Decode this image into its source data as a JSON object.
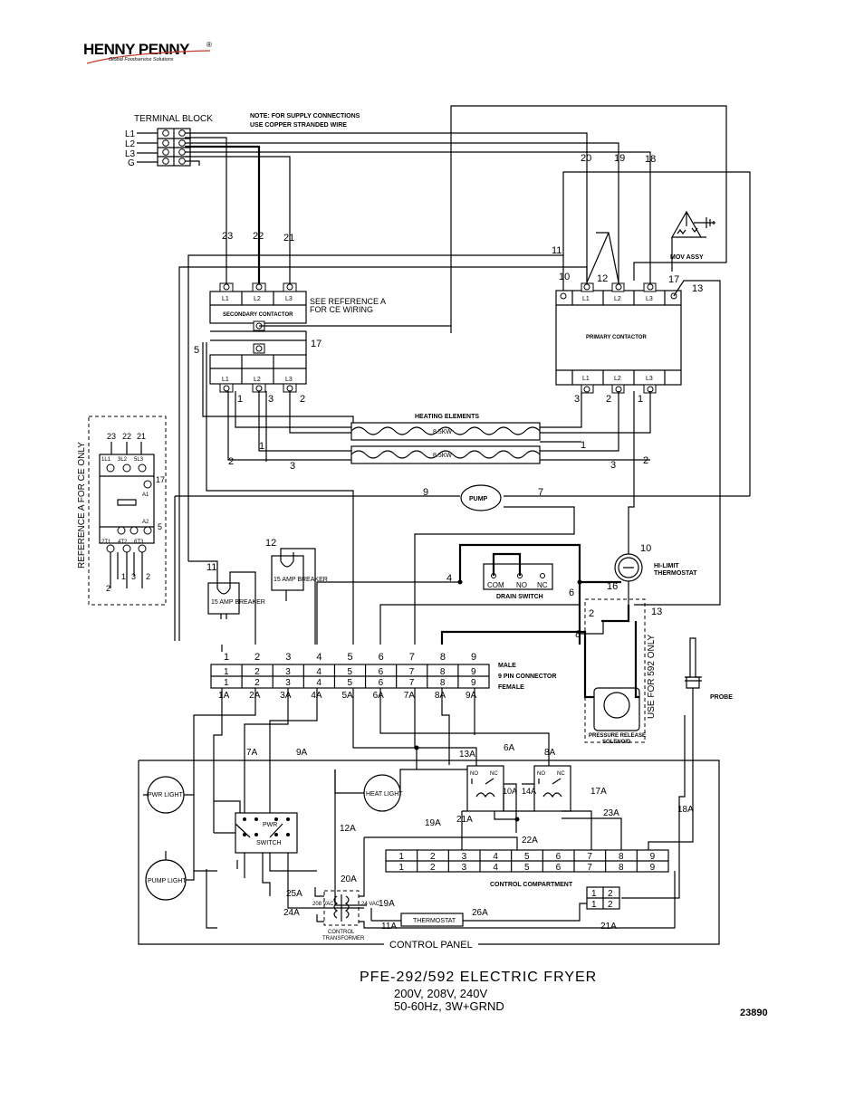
{
  "logo": {
    "brand": "HENNY PENNY",
    "registered": "®",
    "tagline": "Global Foodservice Solutions"
  },
  "terminal_block": {
    "title": "TERMINAL BLOCK",
    "lines": [
      "L1",
      "L2",
      "L3",
      "G"
    ]
  },
  "notes": {
    "supply_1": "NOTE: FOR SUPPLY CONNECTIONS",
    "supply_2": "USE COPPER STRANDED WIRE"
  },
  "secondary_contactor": {
    "label": "SECONDARY CONTACTOR",
    "top_terminals": [
      "L1",
      "L2",
      "L3"
    ],
    "bottom_terminals": [
      "L1",
      "L2",
      "L3"
    ],
    "wire_in": [
      "23",
      "22",
      "21"
    ],
    "wire_out": [
      "1",
      "3",
      "2"
    ],
    "see_ref_1": "SEE REFERENCE A",
    "see_ref_2": "FOR CE WIRING",
    "coil_wire": "17",
    "side_wire": "5"
  },
  "primary_contactor": {
    "label": "PRIMARY CONTACTOR",
    "top_terminals": [
      "L1",
      "L2",
      "L3"
    ],
    "bottom_terminals": [
      "L1",
      "L2",
      "L3"
    ],
    "wire_in": [
      "20",
      "19",
      "18"
    ],
    "wire_out": [
      "3",
      "2",
      "1"
    ],
    "wire_11": "11",
    "wire_10": "10",
    "wire_12": "12",
    "wire_17": "17",
    "wire_13": "13"
  },
  "mov": {
    "label": "MOV ASSY"
  },
  "heating": {
    "label": "HEATING ELEMENTS",
    "element_1": "8.5KW",
    "element_2": "8.5KW",
    "w1": "1",
    "w2": "2",
    "w3": "3",
    "w1r": "1",
    "w2r": "2",
    "w3r": "3"
  },
  "reference_a": {
    "label": "REFERENCE A FOR CE ONLY",
    "top_nums": [
      "23",
      "22",
      "21"
    ],
    "top_terms": [
      "1L1",
      "3L2",
      "5L3"
    ],
    "bottom_terms": [
      "2T1",
      "4T2",
      "6T3"
    ],
    "bottom_nums": [
      "2",
      "1",
      "3",
      "2"
    ],
    "a1": "A1",
    "a2": "A2",
    "w17": "17",
    "w5": "5"
  },
  "pump": {
    "label": "PUMP",
    "wire_left": "9",
    "wire_right": "7"
  },
  "hi_limit": {
    "label_1": "HI-LIMIT",
    "label_2": "THERMOSTAT",
    "wire": "10",
    "wire_16": "16",
    "wire_13": "13"
  },
  "drain_switch": {
    "label": "DRAIN SWITCH",
    "terms": [
      "COM",
      "NO",
      "NC"
    ],
    "wire_4": "4",
    "wire_6": "6"
  },
  "breakers": {
    "b11_label": "15 AMP BREAKER",
    "b11_wire": "11",
    "b12_label": "15 AMP BREAKER",
    "b12_wire": "12"
  },
  "connector": {
    "pins": [
      "1",
      "2",
      "3",
      "4",
      "5",
      "6",
      "7",
      "8",
      "9"
    ],
    "male": "MALE",
    "name": "9 PIN CONNECTOR",
    "female": "FEMALE",
    "out_labels": [
      "1A",
      "2A",
      "3A",
      "4A",
      "5A",
      "6A",
      "7A",
      "8A",
      "9A"
    ]
  },
  "solenoid": {
    "label_1": "PRESSURE RELEASE",
    "label_2": "SOLENOID",
    "note": "USE FOR 592 ONLY",
    "wire_2": "2",
    "wire_8": "8"
  },
  "probe": {
    "label": "PROBE"
  },
  "control_panel": {
    "label": "CONTROL PANEL",
    "pwr_light": "PWR LIGHT",
    "pump_light": "PUMP LIGHT",
    "heat_light": "HEAT LIGHT",
    "switch_top": "PWR",
    "switch_bottom": "SWITCH",
    "compartment": "CONTROL COMPARTMENT",
    "comp_pins": [
      "1",
      "2",
      "3",
      "4",
      "5",
      "6",
      "7",
      "8",
      "9"
    ],
    "small_pins": [
      "1",
      "2",
      "1",
      "2"
    ],
    "thermostat": "THERMOSTAT",
    "transformer_1": "CONTROL",
    "transformer_2": "TRANSFORMER",
    "vac_208": "208 VAC",
    "vac_24": "24 VAC",
    "relay_terms": [
      "NO",
      "NC"
    ],
    "wires": {
      "7A": "7A",
      "9A": "9A",
      "13A": "13A",
      "6A": "6A",
      "8A": "8A",
      "10A": "10A",
      "14A": "14A",
      "17A": "17A",
      "21A": "21A",
      "19A": "19A",
      "23A": "23A",
      "18A": "18A",
      "22A": "22A",
      "12A": "12A",
      "20A": "20A",
      "25A": "25A",
      "24A": "24A",
      "19A2": "19A",
      "26A": "26A",
      "11A": "11A",
      "21A2": "21A"
    }
  },
  "title": {
    "line_1": "PFE-292/592 ELECTRIC FRYER",
    "line_2": "200V, 208V, 240V",
    "line_3": "50-60Hz, 3W+GRND",
    "number": "23890"
  }
}
